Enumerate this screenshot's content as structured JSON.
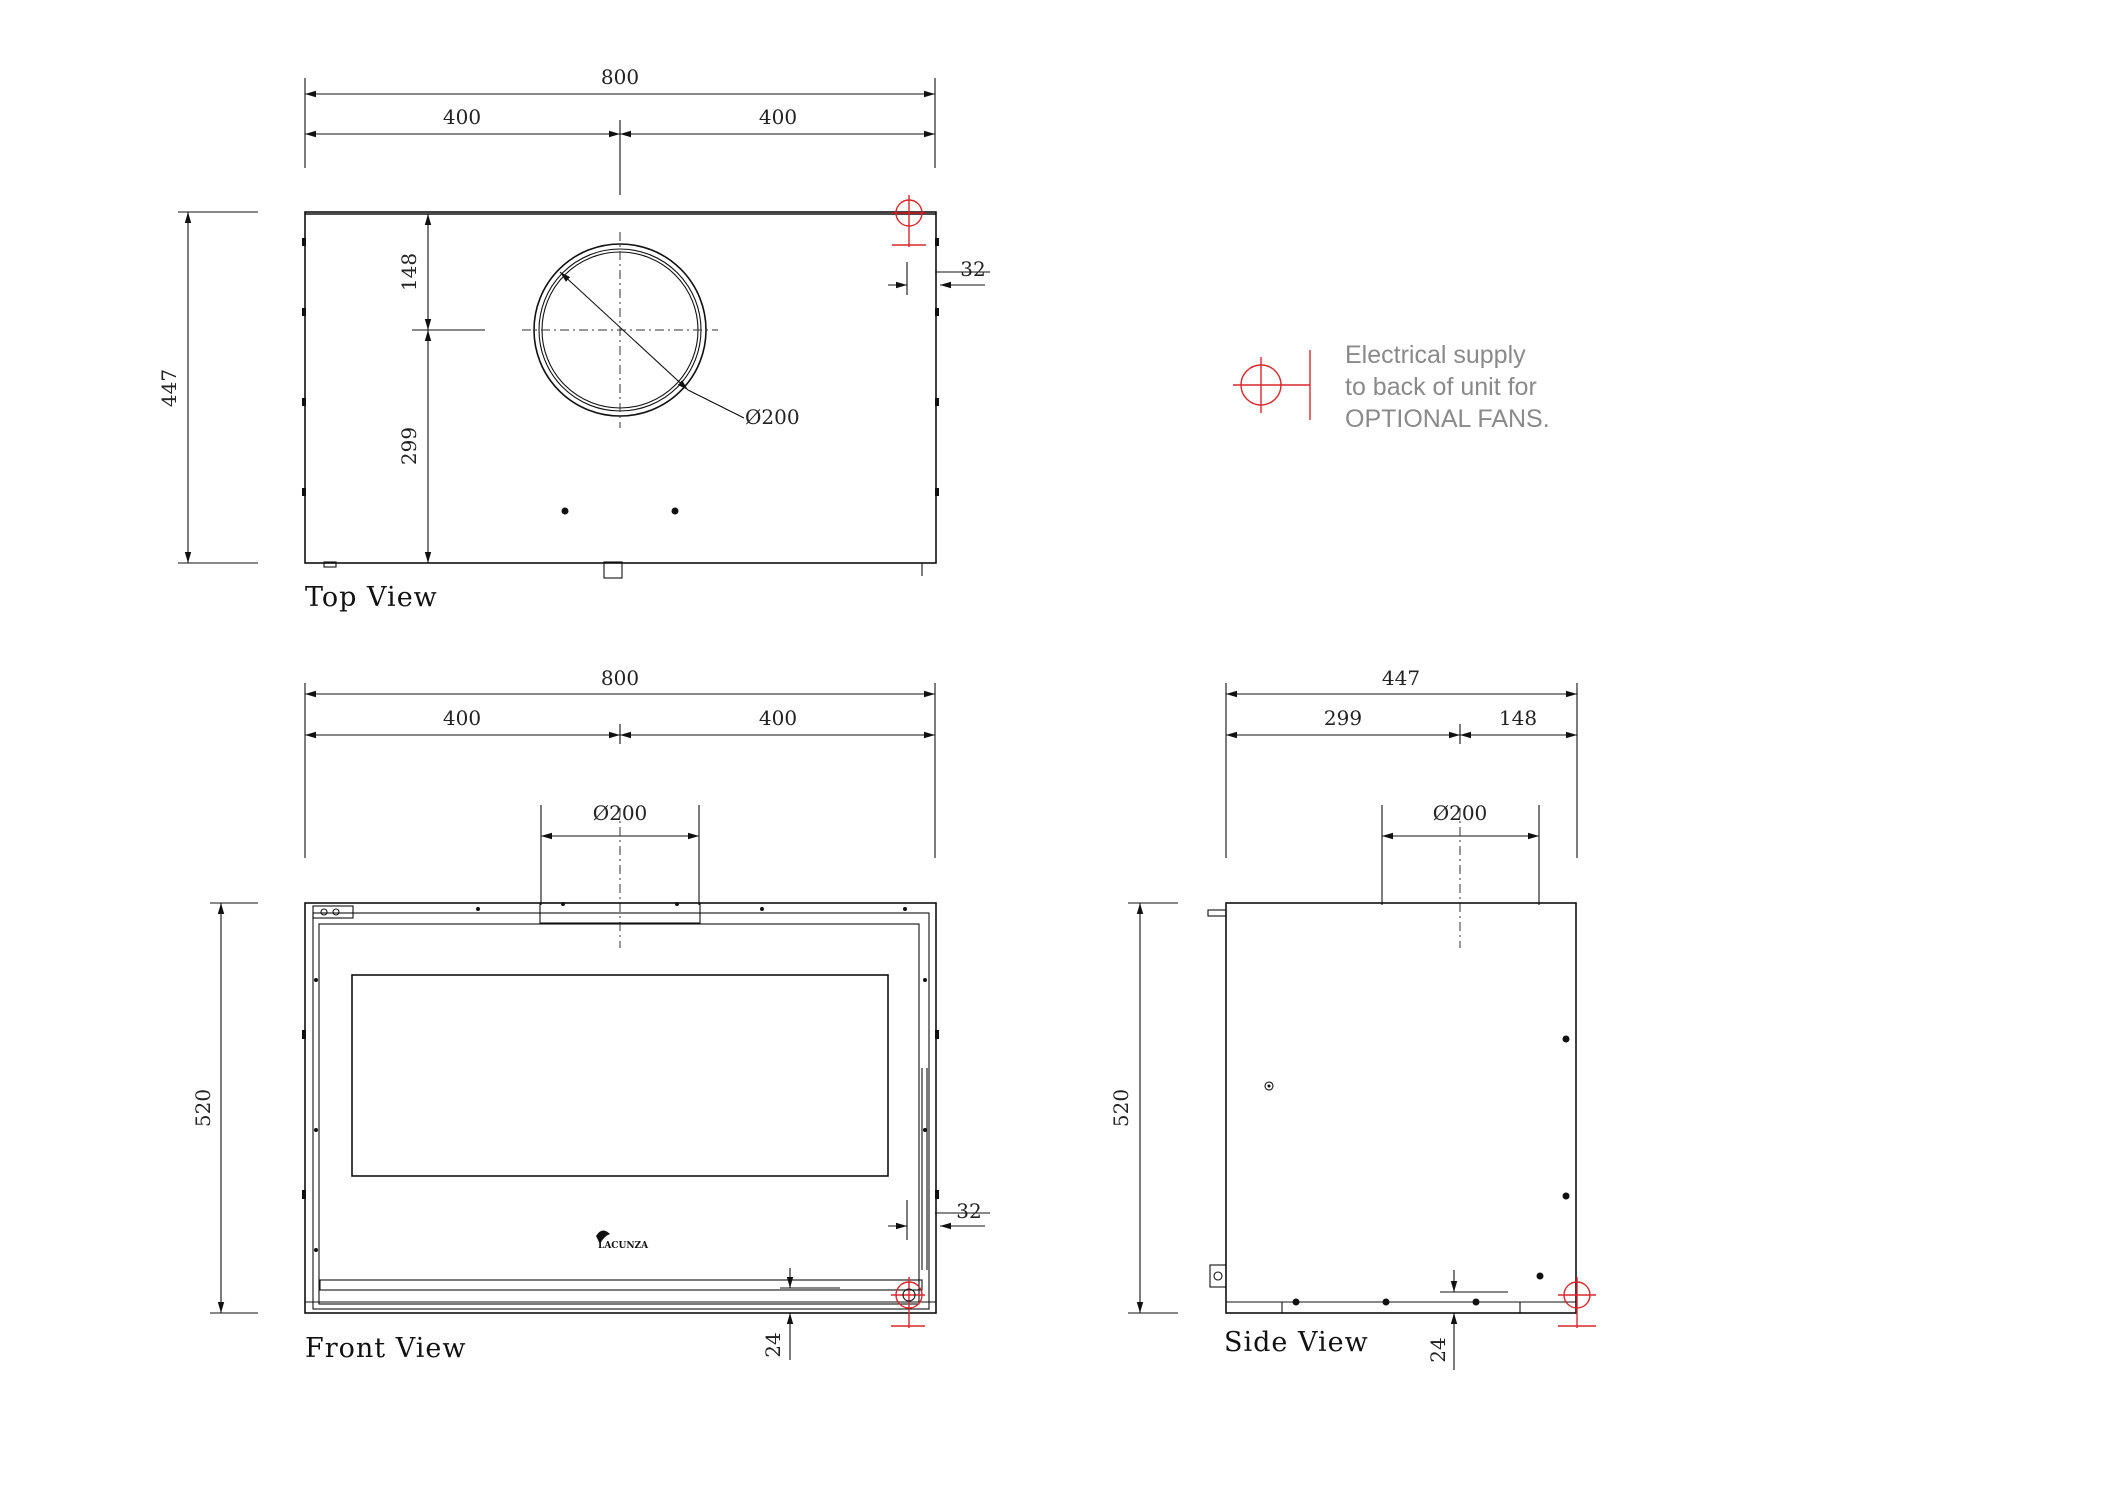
{
  "top_view": {
    "label": "Top View",
    "dims": {
      "overall_width": "800",
      "half_left": "400",
      "half_right": "400",
      "depth": "447",
      "front_to_center": "148",
      "center_to_back": "299",
      "flue_diameter": "Ø200",
      "electrical_offset": "32"
    }
  },
  "front_view": {
    "label": "Front View",
    "brand_mark": "LACUNZA",
    "dims": {
      "overall_width": "800",
      "half_left": "400",
      "half_right": "400",
      "flue_diameter": "Ø200",
      "height": "520",
      "electrical_offset": "32",
      "electrical_height": "24"
    }
  },
  "side_view": {
    "label": "Side View",
    "dims": {
      "overall_depth": "447",
      "back_to_center": "299",
      "center_to_front": "148",
      "flue_diameter": "Ø200",
      "height": "520",
      "electrical_height": "24"
    }
  },
  "legend": {
    "line1": "Electrical supply",
    "line2": "to back of unit for",
    "line3": "OPTIONAL FANS.",
    "symbol_color": "#d8262c"
  }
}
